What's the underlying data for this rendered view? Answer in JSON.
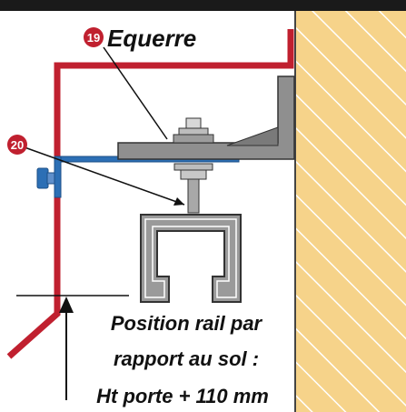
{
  "labels": {
    "part19": {
      "number": "19",
      "name": "Equerre"
    },
    "part20": {
      "number": "20"
    },
    "note": {
      "line1": "Position rail par",
      "line2": "rapport au sol :",
      "line3": "Ht porte + 110 mm"
    }
  },
  "colors": {
    "frame_profile": "#c0202f",
    "bracket": "#8f8f8f",
    "plate": "#2c6fb5",
    "wall_fill": "#f6d38a",
    "wall_hatch": "#ffffff",
    "badge": "#c0202f",
    "text": "#111111",
    "top_bar": "#1a1a1a"
  }
}
